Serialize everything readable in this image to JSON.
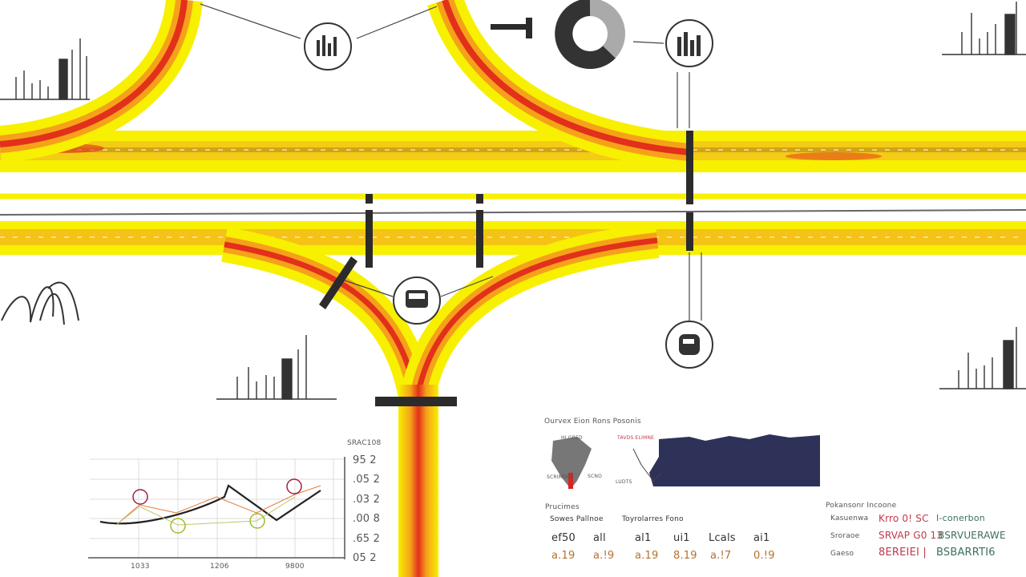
{
  "colors": {
    "road_yellow": "#f7f000",
    "road_orange": "#f5a21a",
    "road_red": "#e2301a",
    "barrier": "#2b2b2b",
    "map_navy": "#2e3158"
  },
  "icons": [
    "chart-node-icon",
    "donut-chart-icon",
    "bar-chart-node-icon",
    "vehicle-node-icon",
    "bus-node-icon"
  ],
  "line_chart": {
    "title": "SRAC108",
    "y_ticks": [
      "95 2",
      ".05 2",
      ".03 2",
      ".00 8",
      ".65 2",
      "05 2"
    ],
    "x_ticks": [
      "1033",
      "1206",
      "9800"
    ]
  },
  "map_panel": {
    "title": "Ourvex Eion Rons Posonis",
    "left_caption": "HI.GRED",
    "mid_caption": "TAVDS ELIMNE",
    "left_legend": "SCRIMDEN",
    "mid_legend": "SCNO",
    "small_legend": "LUDTS"
  },
  "stats_panel": {
    "heading": "Prucimes",
    "col_a": "Sowes Pallnoe",
    "col_b": "Toyrolarres Fono",
    "top_row": [
      "ef50",
      "all",
      "al1",
      "ui1",
      "Lcals",
      "ai1"
    ],
    "bottom_row": [
      "a.19",
      "a.!9",
      "a.19",
      "8.19",
      "a.!7",
      "0.!9"
    ]
  },
  "info_panel": {
    "heading": "Pokansonr Incoone",
    "rows": [
      {
        "label": "Kasuenwa",
        "value": "Krro 0! SC",
        "note": "I-conerbon"
      },
      {
        "label": "Sroraoe",
        "value": "SRVAP G0 13",
        "note": "BSRVUERAWE"
      },
      {
        "label": "Gaeso",
        "value": "8EREIEI |",
        "note": "BSBARRTI6"
      }
    ]
  }
}
